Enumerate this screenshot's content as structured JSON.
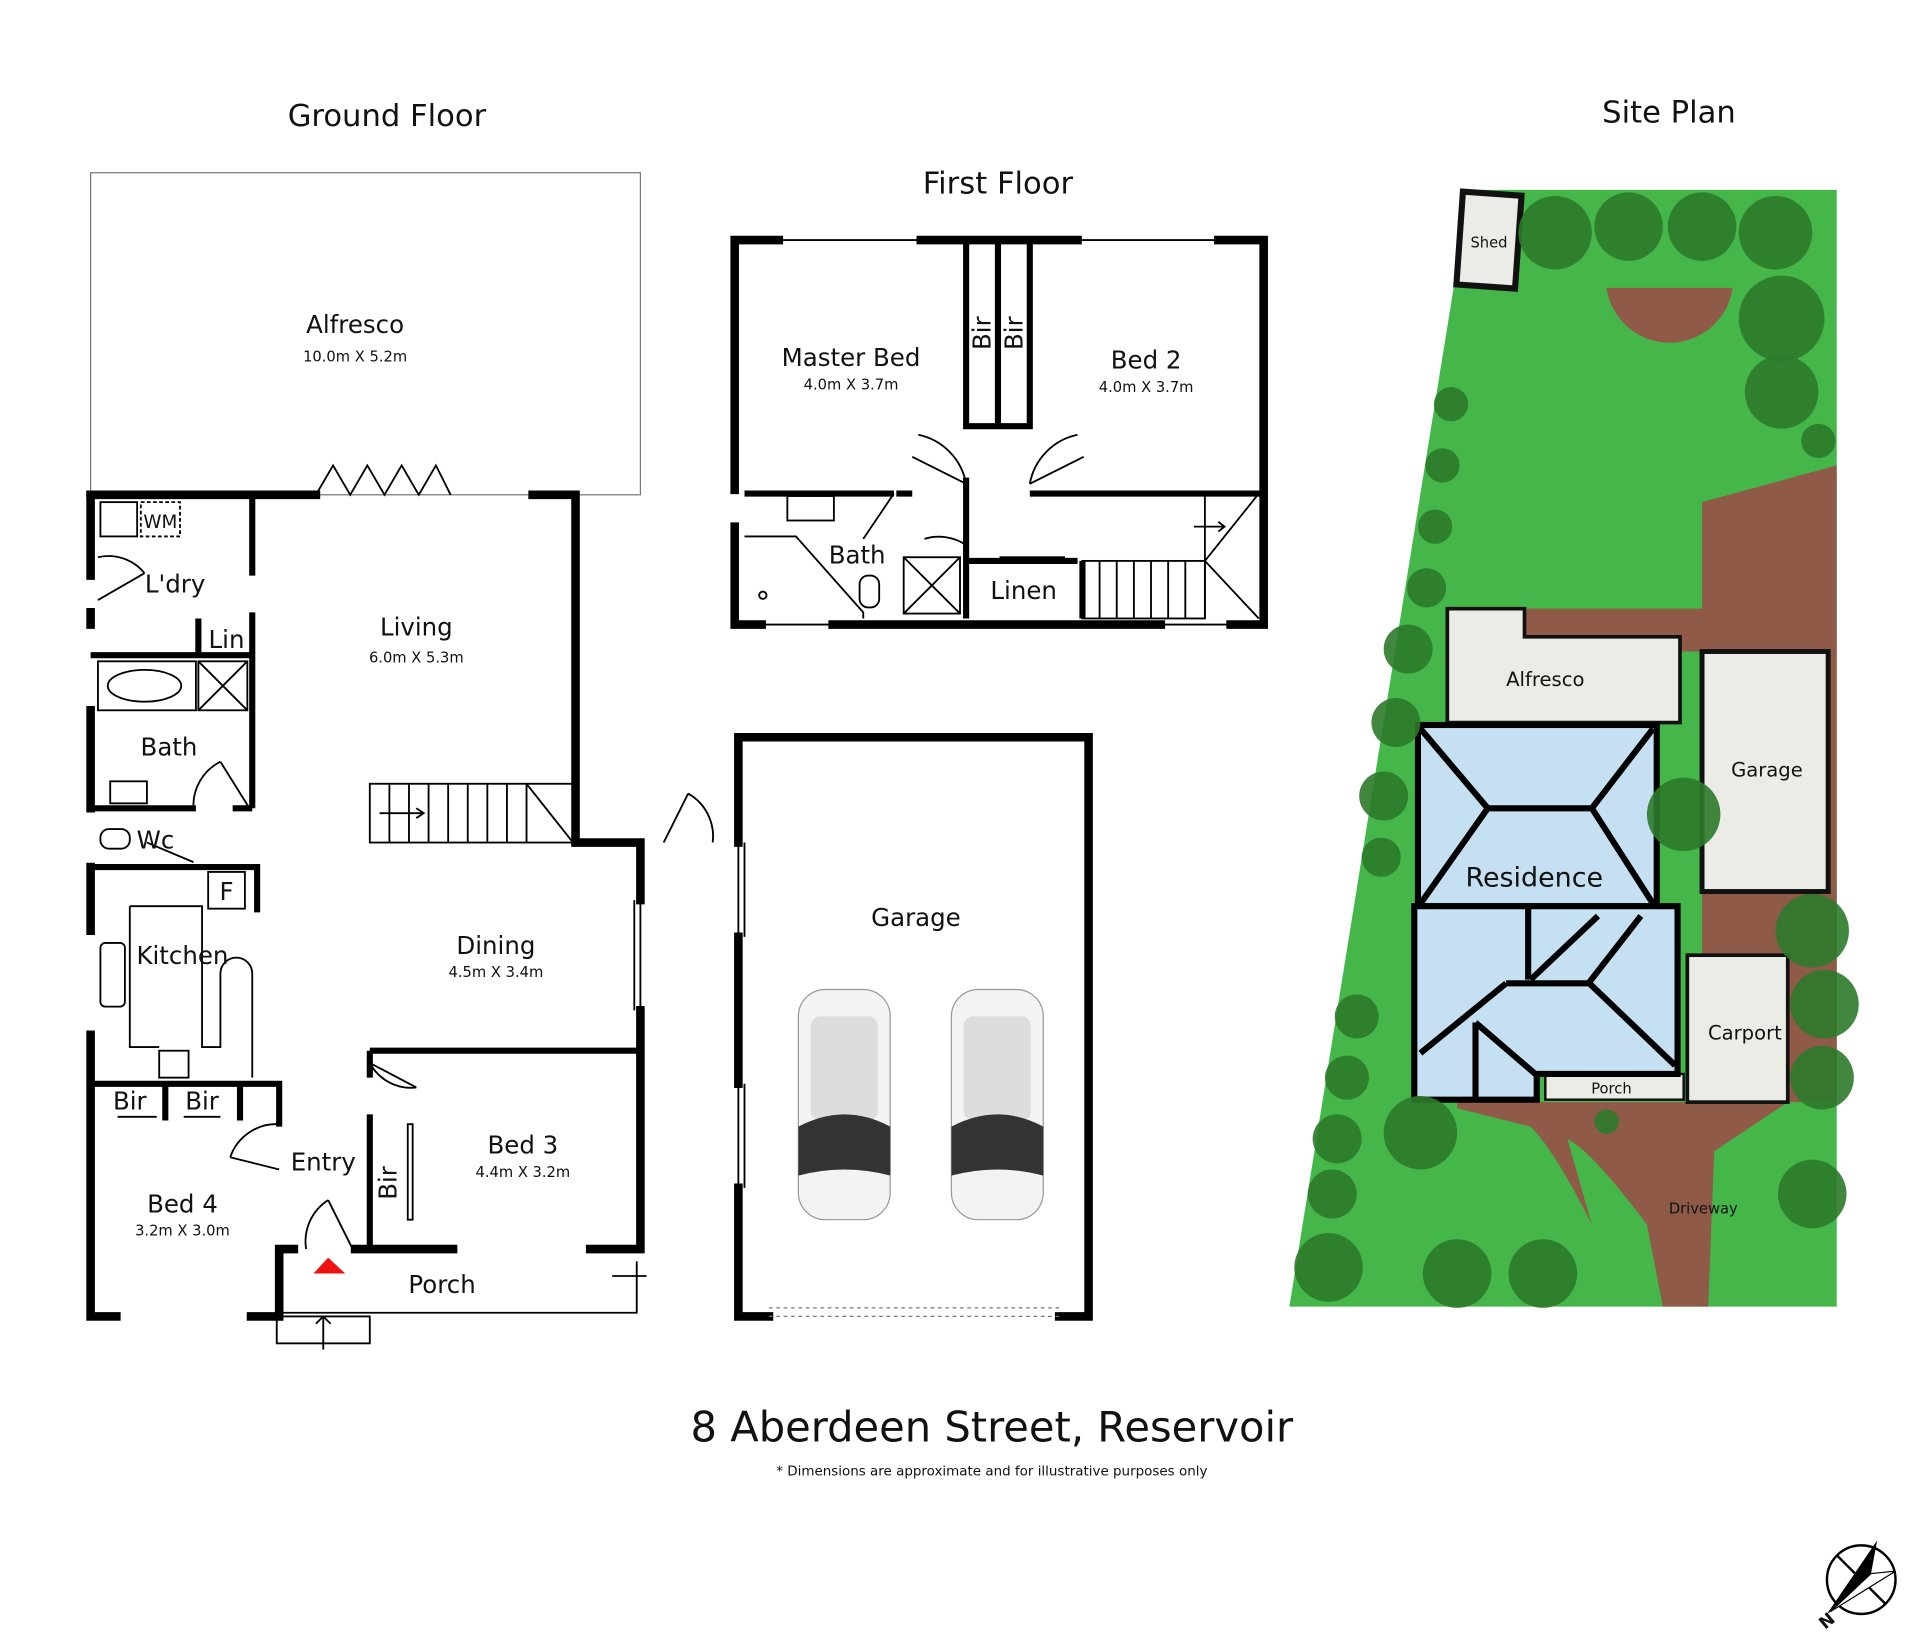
{
  "ground_floor": {
    "title": "Ground Floor",
    "rooms": {
      "alfresco": {
        "label": "Alfresco",
        "dims": "10.0m X 5.2m"
      },
      "living": {
        "label": "Living",
        "dims": "6.0m X 5.3m"
      },
      "dining": {
        "label": "Dining",
        "dims": "4.5m X 3.4m"
      },
      "bed3": {
        "label": "Bed 3",
        "dims": "4.4m X 3.2m"
      },
      "bed4": {
        "label": "Bed 4",
        "dims": "3.2m X 3.0m"
      },
      "kitchen": {
        "label": "Kitchen"
      },
      "entry": {
        "label": "Entry"
      },
      "porch": {
        "label": "Porch"
      },
      "bath": {
        "label": "Bath"
      },
      "laundry": {
        "label": "L'dry"
      },
      "linen": {
        "label": "Lin"
      },
      "wm": {
        "label": "WM"
      },
      "wc": {
        "label": "Wc"
      },
      "fridge": {
        "label": "F"
      },
      "bir1": {
        "label": "Bir"
      },
      "bir2": {
        "label": "Bir"
      },
      "bir3": {
        "label": "Bir"
      }
    }
  },
  "first_floor": {
    "title": "First Floor",
    "rooms": {
      "master": {
        "label": "Master Bed",
        "dims": "4.0m X 3.7m"
      },
      "bed2": {
        "label": "Bed 2",
        "dims": "4.0m X 3.7m"
      },
      "bir1": {
        "label": "Bir"
      },
      "bir2": {
        "label": "Bir"
      },
      "bath": {
        "label": "Bath"
      },
      "linen": {
        "label": "Linen"
      }
    }
  },
  "garage": {
    "label": "Garage"
  },
  "site_plan": {
    "title": "Site Plan",
    "labels": {
      "shed": "Shed",
      "alfresco": "Alfresco",
      "garage": "Garage",
      "residence": "Residence",
      "carport": "Carport",
      "porch": "Porch",
      "driveway": "Driveway"
    },
    "colors": {
      "lawn": "#45b649",
      "path": "#8f5a48",
      "residence": "#c4e0f2",
      "structure": "#ecece6",
      "tree": "#2c7a2a"
    }
  },
  "footer": {
    "address": "8 Aberdeen Street, Reservoir",
    "disclaimer": "* Dimensions are approximate and for illustrative purposes only"
  },
  "compass": {
    "label": "N"
  }
}
